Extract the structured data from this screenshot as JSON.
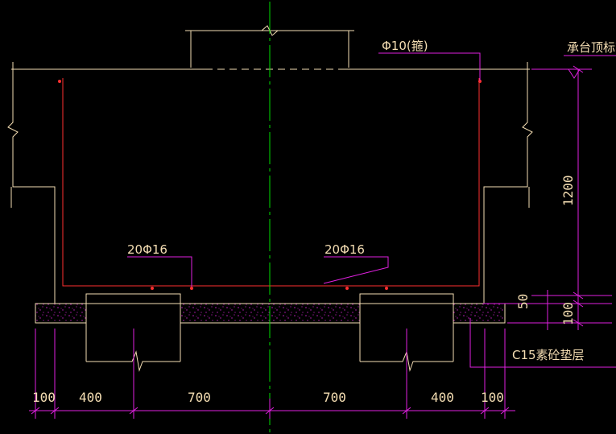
{
  "labels": {
    "stirrup": "Φ10(箍)",
    "cap_top_elevation": "承台顶标高",
    "bottom_bars_left": "20Φ16",
    "bottom_bars_right": "20Φ16",
    "cushion_layer": "C15素砼垫层"
  },
  "dimensions": {
    "height_total": "1200",
    "cover": "50",
    "cushion": "100",
    "bottom": [
      "100",
      "400",
      "700",
      "700",
      "400",
      "100"
    ]
  },
  "colors": {
    "background": "#000000",
    "outline": "#F5DEB3",
    "rebar": "#FF3030",
    "dimension": "#E020E0",
    "centerline": "#00DD00",
    "cushion_speckle": "#C020C0"
  }
}
